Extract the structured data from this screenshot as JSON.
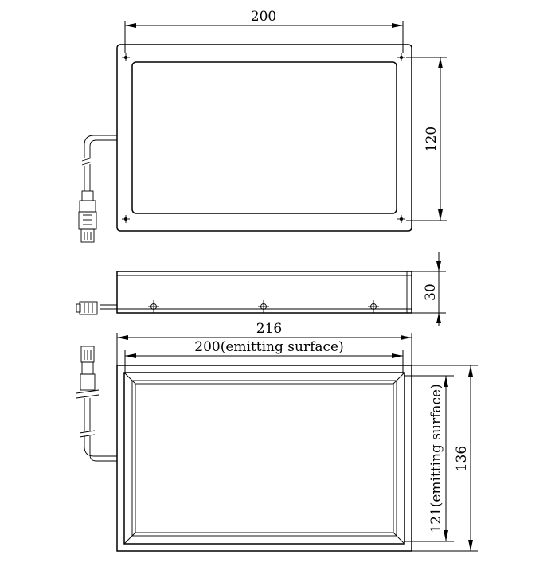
{
  "views": {
    "top": {
      "width_label": "200",
      "height_label": "120"
    },
    "side": {
      "thickness_label": "30"
    },
    "bottom": {
      "overall_width_label": "216",
      "emitting_width_label": "200(emitting surface)",
      "emitting_height_label": "121(emitting surface)",
      "overall_height_label": "136"
    }
  }
}
